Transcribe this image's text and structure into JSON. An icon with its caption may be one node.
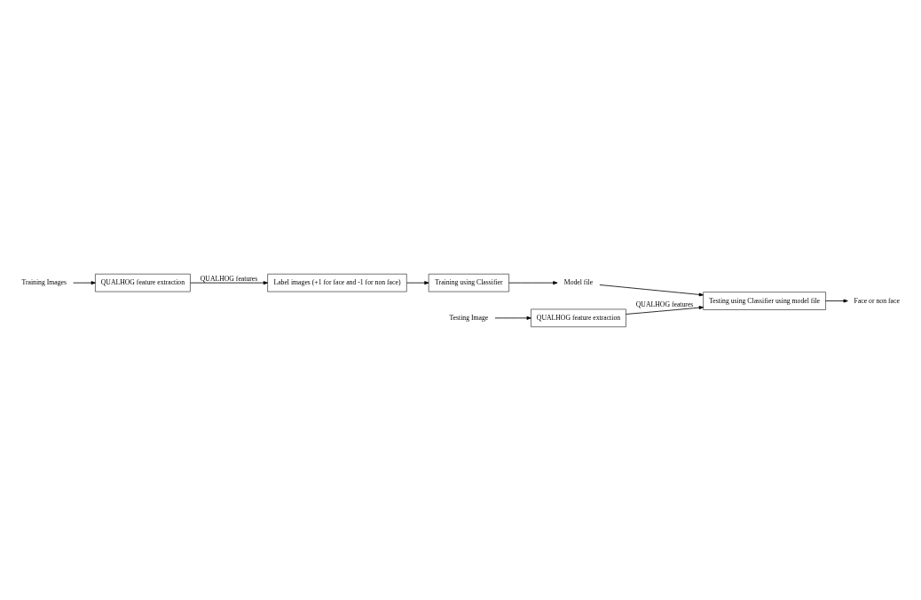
{
  "diagram": {
    "nodes": [
      {
        "text": [
          "Training Images"
        ]
      },
      {
        "text": [
          "QUALHOG feature extraction"
        ]
      },
      {
        "text": [
          "Label images (+1 for face and -1 for non face)"
        ]
      },
      {
        "text": [
          "Training using Classifier"
        ]
      },
      {
        "text": [
          "Model file"
        ]
      },
      {
        "text": [
          "Testing Image"
        ]
      },
      {
        "text": [
          "QUALHOG feature extraction"
        ]
      },
      {
        "text": [
          "Testing using Classifier using model file"
        ]
      },
      {
        "text": [
          "Face or non face"
        ]
      }
    ],
    "edges": [
      {
        "from": 0,
        "to": 1,
        "arrow": "to"
      },
      {
        "from": 1,
        "to": 2,
        "arrow": "to",
        "label": "QUALHOG features"
      },
      {
        "from": 2,
        "to": 3,
        "arrow": "to"
      },
      {
        "from": 3,
        "to": 4,
        "arrow": "to"
      },
      {
        "from": 4,
        "to": 7,
        "arrow": "to"
      },
      {
        "from": 5,
        "to": 6,
        "arrow": "to"
      },
      {
        "from": 6,
        "to": 7,
        "arrow": "to",
        "label": "QUALHOG features"
      },
      {
        "from": 7,
        "to": 8,
        "arrow": "to"
      }
    ]
  }
}
